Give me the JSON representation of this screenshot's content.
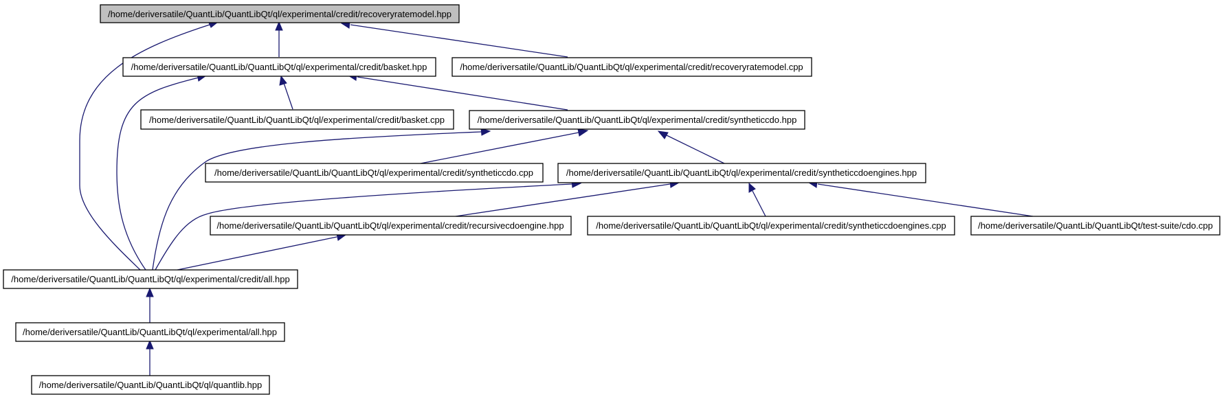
{
  "colors": {
    "edge": "#191970",
    "root_fill": "#bfbfbf",
    "node_fill": "#ffffff",
    "node_border": "#000000"
  },
  "nodes": {
    "recoveryratemodel_hpp": "/home/deriversatile/QuantLib/QuantLibQt/ql/experimental/credit/recoveryratemodel.hpp",
    "basket_hpp": "/home/deriversatile/QuantLib/QuantLibQt/ql/experimental/credit/basket.hpp",
    "recoveryratemodel_cpp": "/home/deriversatile/QuantLib/QuantLibQt/ql/experimental/credit/recoveryratemodel.cpp",
    "basket_cpp": "/home/deriversatile/QuantLib/QuantLibQt/ql/experimental/credit/basket.cpp",
    "syntheticcdo_hpp": "/home/deriversatile/QuantLib/QuantLibQt/ql/experimental/credit/syntheticcdo.hpp",
    "syntheticcdo_cpp": "/home/deriversatile/QuantLib/QuantLibQt/ql/experimental/credit/syntheticcdo.cpp",
    "syntheticcdoengines_hpp": "/home/deriversatile/QuantLib/QuantLibQt/ql/experimental/credit/syntheticcdoengines.hpp",
    "recursivecdoengine_hpp": "/home/deriversatile/QuantLib/QuantLibQt/ql/experimental/credit/recursivecdoengine.hpp",
    "syntheticcdoengines_cpp": "/home/deriversatile/QuantLib/QuantLibQt/ql/experimental/credit/syntheticcdoengines.cpp",
    "cdo_cpp": "/home/deriversatile/QuantLib/QuantLibQt/test-suite/cdo.cpp",
    "credit_all_hpp": "/home/deriversatile/QuantLib/QuantLibQt/ql/experimental/credit/all.hpp",
    "experimental_all_hpp": "/home/deriversatile/QuantLib/QuantLibQt/ql/experimental/all.hpp",
    "quantlib_hpp": "/home/deriversatile/QuantLib/QuantLibQt/ql/quantlib.hpp"
  }
}
